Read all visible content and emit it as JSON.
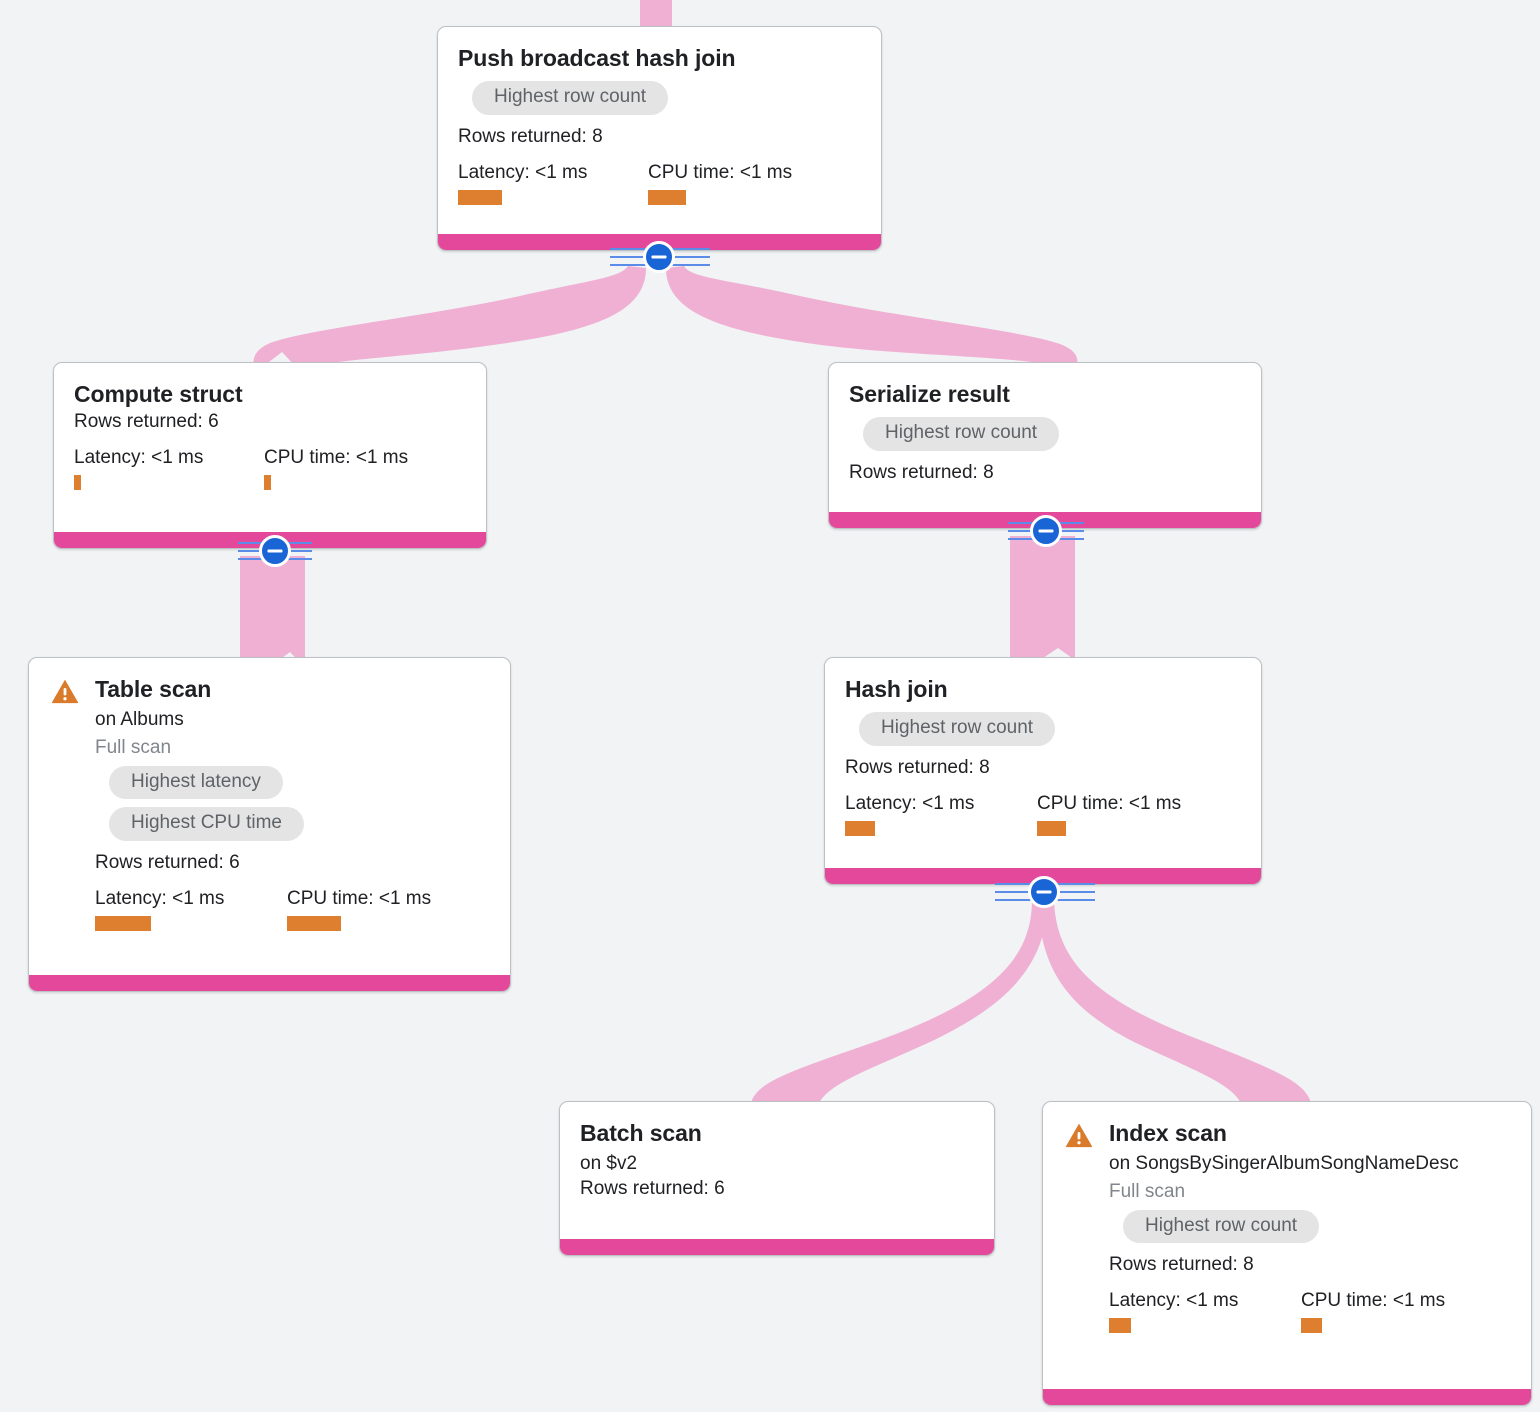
{
  "colors": {
    "background": "#F1F3F4",
    "card_bg": "#FFFFFF",
    "card_border": "#BDC1C6",
    "footer_pink": "#E3489B",
    "edge_pink": "#EFB0D3",
    "chip_bg": "#E4E4E4",
    "chip_text": "#5F6368",
    "metric_orange": "#DD7F2E",
    "warning_orange": "#D97B2B",
    "collapse_blue": "#1A65D6",
    "rail_blue": "#5B8DE8",
    "title_text": "#202124",
    "muted_text": "#80868B"
  },
  "labels": {
    "rows_returned_prefix": "Rows returned: ",
    "latency_prefix": "Latency: ",
    "cpu_prefix": "CPU time: "
  },
  "nodes": [
    {
      "id": "push-broadcast-hash-join",
      "title": "Push broadcast hash join",
      "subtitle": null,
      "scan_note": null,
      "chips": [
        "Highest row count"
      ],
      "rows_returned": "Rows returned: 8",
      "latency": "Latency: <1 ms",
      "cpu_time": "CPU time: <1 ms",
      "has_warning": false,
      "latency_bar_width": 44,
      "cpu_bar_width": 38
    },
    {
      "id": "compute-struct",
      "title": "Compute struct",
      "subtitle": null,
      "scan_note": null,
      "chips": [],
      "rows_returned": "Rows returned: 6",
      "latency": "Latency: <1 ms",
      "cpu_time": "CPU time: <1 ms",
      "has_warning": false,
      "latency_bar_width": 7,
      "cpu_bar_width": 7
    },
    {
      "id": "serialize-result",
      "title": "Serialize result",
      "subtitle": null,
      "scan_note": null,
      "chips": [
        "Highest row count"
      ],
      "rows_returned": "Rows returned: 8",
      "latency": null,
      "cpu_time": null,
      "has_warning": false,
      "latency_bar_width": 0,
      "cpu_bar_width": 0
    },
    {
      "id": "table-scan",
      "title": "Table scan",
      "subtitle": "on Albums",
      "scan_note": "Full scan",
      "chips": [
        "Highest latency",
        "Highest CPU time"
      ],
      "rows_returned": "Rows returned: 6",
      "latency": "Latency: <1 ms",
      "cpu_time": "CPU time: <1 ms",
      "has_warning": true,
      "latency_bar_width": 56,
      "cpu_bar_width": 54
    },
    {
      "id": "hash-join",
      "title": "Hash join",
      "subtitle": null,
      "scan_note": null,
      "chips": [
        "Highest row count"
      ],
      "rows_returned": "Rows returned: 8",
      "latency": "Latency: <1 ms",
      "cpu_time": "CPU time: <1 ms",
      "has_warning": false,
      "latency_bar_width": 30,
      "cpu_bar_width": 29
    },
    {
      "id": "batch-scan",
      "title": "Batch scan",
      "subtitle": "on $v2",
      "scan_note": null,
      "chips": [],
      "rows_returned": "Rows returned: 6",
      "latency": null,
      "cpu_time": null,
      "has_warning": false,
      "latency_bar_width": 0,
      "cpu_bar_width": 0
    },
    {
      "id": "index-scan",
      "title": "Index scan",
      "subtitle": "on SongsBySingerAlbumSongNameDesc",
      "scan_note": "Full scan",
      "chips": [
        "Highest row count"
      ],
      "rows_returned": "Rows returned: 8",
      "latency": "Latency: <1 ms",
      "cpu_time": "CPU time: <1 ms",
      "has_warning": true,
      "latency_bar_width": 22,
      "cpu_bar_width": 21
    }
  ],
  "collapse_buttons": [
    {
      "id": "collapse-push-broadcast-hash-join"
    },
    {
      "id": "collapse-compute-struct"
    },
    {
      "id": "collapse-serialize-result"
    },
    {
      "id": "collapse-hash-join"
    }
  ]
}
